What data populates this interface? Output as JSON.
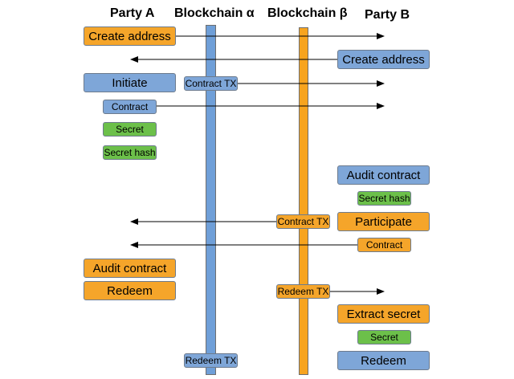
{
  "headers": {
    "party_a": "Party A",
    "chain_alpha": "Blockchain α",
    "chain_beta": "Blockchain β",
    "party_b": "Party B"
  },
  "colors": {
    "blue": "#7ea6d8",
    "orange": "#f5a52a",
    "green": "#6cc04a",
    "lane_alpha": "#6f9fd8",
    "lane_beta": "#f7a41f"
  },
  "steps": {
    "a_create_address": "Create address",
    "b_create_address": "Create address",
    "a_initiate": "Initiate",
    "alpha_contract_tx": "Contract TX",
    "a_contract": "Contract",
    "a_secret": "Secret",
    "a_secret_hash": "Secret hash",
    "b_audit_contract": "Audit contract",
    "b_secret_hash": "Secret hash",
    "beta_contract_tx": "Contract TX",
    "b_participate": "Participate",
    "b_contract": "Contract",
    "a_audit_contract": "Audit contract",
    "a_redeem": "Redeem",
    "beta_redeem_tx": "Redeem TX",
    "b_extract_secret": "Extract secret",
    "b_secret": "Secret",
    "alpha_redeem_tx": "Redeem TX",
    "b_redeem": "Redeem"
  }
}
